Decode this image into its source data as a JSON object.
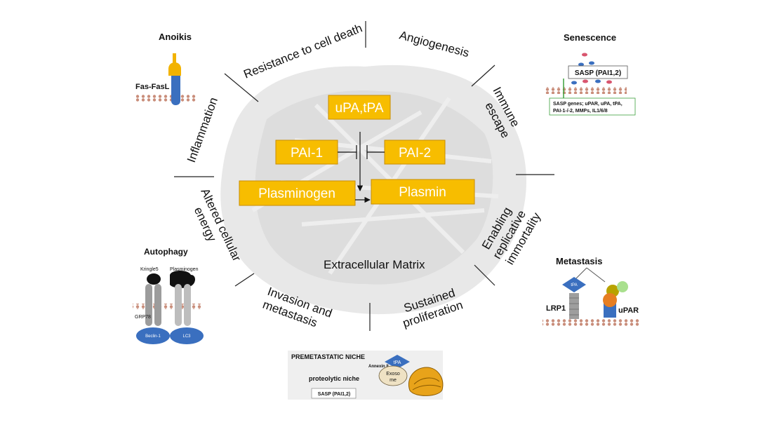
{
  "center_label": "Extracellular Matrix",
  "hallmarks": {
    "resistance": "Resistance to cell death",
    "angiogenesis": "Angiogenesis",
    "immune": [
      "Immune",
      "escape"
    ],
    "inflammation": "Inflammation",
    "altered": [
      "Altered cellular",
      "energy"
    ],
    "replicative": [
      "Enabling",
      "replicative",
      "immortality"
    ],
    "invasion": [
      "Invasion and",
      "metastasis"
    ],
    "proliferation": [
      "Sustained",
      "proliferation"
    ]
  },
  "pathway": {
    "activators": "uPA,tPA",
    "inhibitor1": "PAI-1",
    "inhibitor2": "PAI-2",
    "substrate": "Plasminogen",
    "product": "Plasmin"
  },
  "panels": {
    "anoikis": {
      "title": "Anoikis",
      "label": "Fas-FasL"
    },
    "senescence": {
      "title": "Senescence",
      "sasp": "SASP (PAI1,2)",
      "genes": [
        "SASP genes; uPAR, uPA, tPA,",
        "PAI-1-/-2, MMPs, IL1/6/8"
      ]
    },
    "autophagy": {
      "title": "Autophagy",
      "kringle": "Kringle5",
      "plasminogen": "Plasminogen",
      "grp": "GRP78",
      "beclin": "Beclin-1",
      "lc3": "LC3"
    },
    "metastasis": {
      "title": "Metastasis",
      "tpa": "tPA",
      "lrp": "LRP1",
      "upar": "uPAR"
    },
    "premetastatic": {
      "title": "PREMETASTATIC NICHE",
      "annexin": "Annexin II",
      "tpa": "tPA",
      "exosome": [
        "Exoso",
        "me"
      ],
      "proteolytic": "proteolytic niche",
      "sasp": "SASP (PAI1,2)"
    }
  },
  "colors": {
    "box_fill": "#f7bd00",
    "receptor_blue": "#3a6fbf",
    "membrane": "#c98d7a"
  }
}
